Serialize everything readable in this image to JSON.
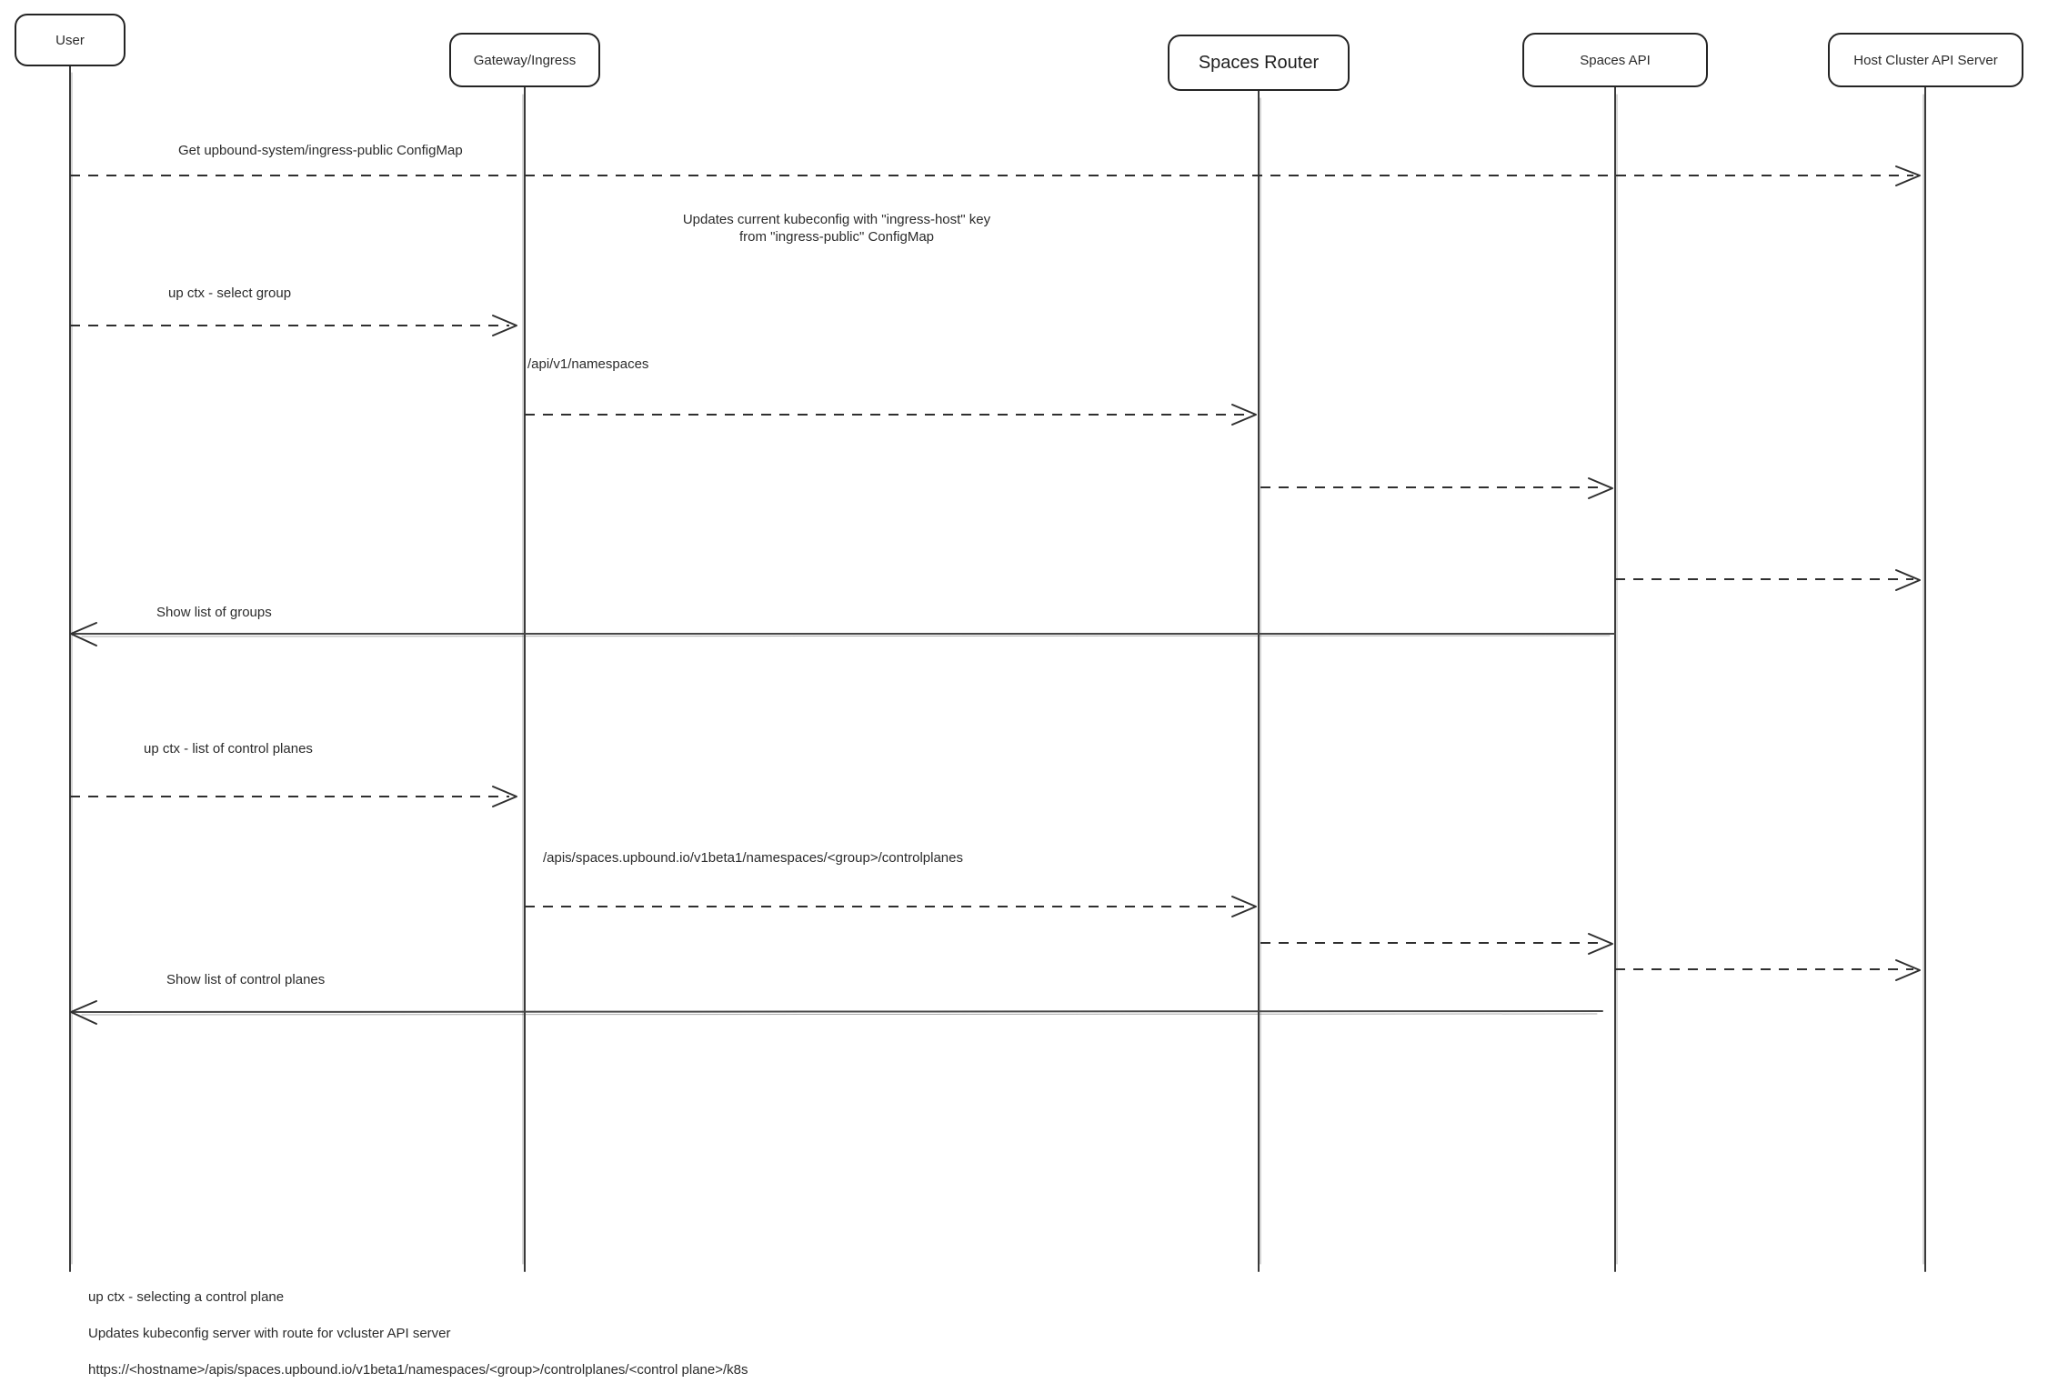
{
  "diagram": {
    "actors": [
      {
        "label": "User"
      },
      {
        "label": "Gateway/Ingress"
      },
      {
        "label": "Spaces Router"
      },
      {
        "label": "Spaces API"
      },
      {
        "label": "Host Cluster API Server"
      }
    ],
    "messages": {
      "get_configmap": "Get upbound-system/ingress-public ConfigMap",
      "note_kubeconfig_line1": "Updates current kubeconfig with \"ingress-host\" key",
      "note_kubeconfig_line2": "from \"ingress-public\" ConfigMap",
      "select_group": "up ctx - select group",
      "api_namespaces": "/api/v1/namespaces",
      "show_groups": "Show list of groups",
      "list_control_planes": "up ctx - list of control planes",
      "apis_controlplanes": "/apis/spaces.upbound.io/v1beta1/namespaces/<group>/controlplanes",
      "show_control_planes": "Show list of control planes"
    },
    "footnotes": [
      "up ctx - selecting a control plane",
      "Updates kubeconfig server with route for vcluster API server",
      "https://<hostname>/apis/spaces.upbound.io/v1beta1/namespaces/<group>/controlplanes/<control plane>/k8s"
    ],
    "colors": {
      "line": "#2f2f2f",
      "text": "#2b2b2b",
      "background": "#ffffff"
    }
  }
}
